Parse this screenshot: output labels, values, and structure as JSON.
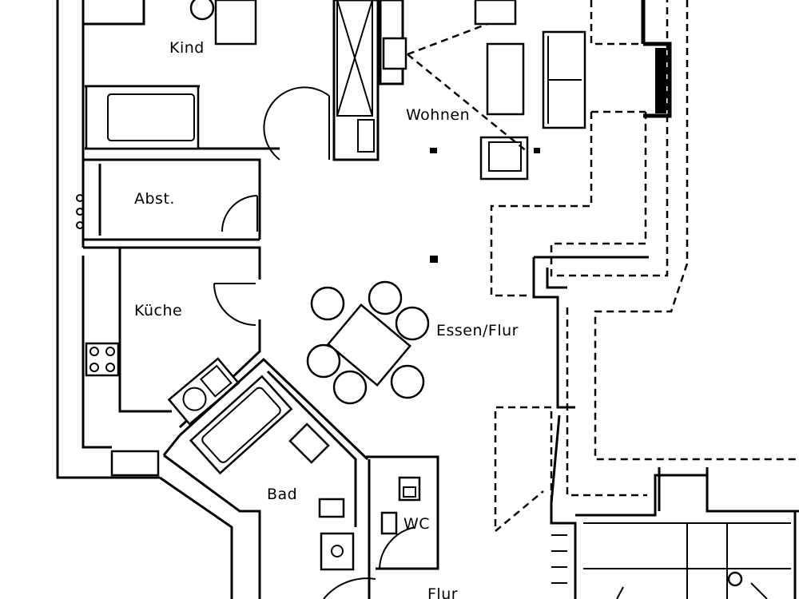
{
  "floor_plan": {
    "rooms": {
      "kind": "Kind",
      "wohnen": "Wohnen",
      "abst": "Abst.",
      "kueche": "Küche",
      "essen_flur": "Essen/Flur",
      "bad": "Bad",
      "wc": "WC",
      "flur": "Flur"
    }
  }
}
